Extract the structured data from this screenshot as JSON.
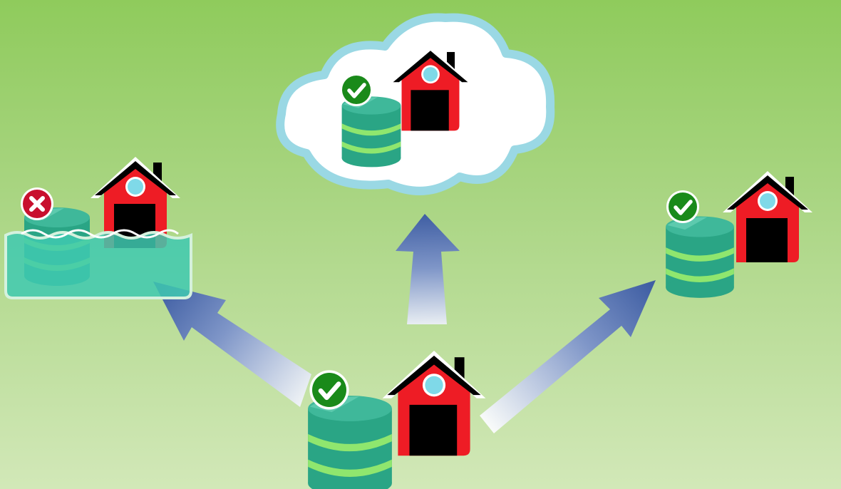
{
  "palette": {
    "background_top": "#8fcb5c",
    "background_bottom": "#d2e8b8",
    "house_wall": "#ee1c25",
    "house_roof": "#000000",
    "house_door": "#000000",
    "house_window": "#7fd9e8",
    "database_top": "#3fb89a",
    "database_body": "#2aa585",
    "database_stripe": "#8fe66e",
    "arrow": "#4462a4",
    "cloud_outline": "#9ad8e4",
    "flood_water": "#3fc9b0",
    "status_ok": "#1a8a1a",
    "status_fail": "#c8102e"
  },
  "nodes": [
    {
      "id": "primary-site",
      "kind": "house",
      "icon": "house-icon",
      "status": "ok",
      "status_icon": "check-icon"
    },
    {
      "id": "cloud-site",
      "kind": "house-in-cloud",
      "icon": "cloud-icon",
      "status": "ok",
      "status_icon": "check-icon"
    },
    {
      "id": "flooded-site",
      "kind": "house-flooded",
      "icon": "flood-icon",
      "status": "failed",
      "status_icon": "x-icon"
    },
    {
      "id": "remote-site",
      "kind": "house",
      "icon": "house-icon",
      "status": "ok",
      "status_icon": "check-icon"
    }
  ],
  "edges": [
    {
      "from": "primary-site",
      "to": "flooded-site",
      "icon": "arrow-icon"
    },
    {
      "from": "primary-site",
      "to": "cloud-site",
      "icon": "arrow-icon"
    },
    {
      "from": "primary-site",
      "to": "remote-site",
      "icon": "arrow-icon"
    }
  ]
}
